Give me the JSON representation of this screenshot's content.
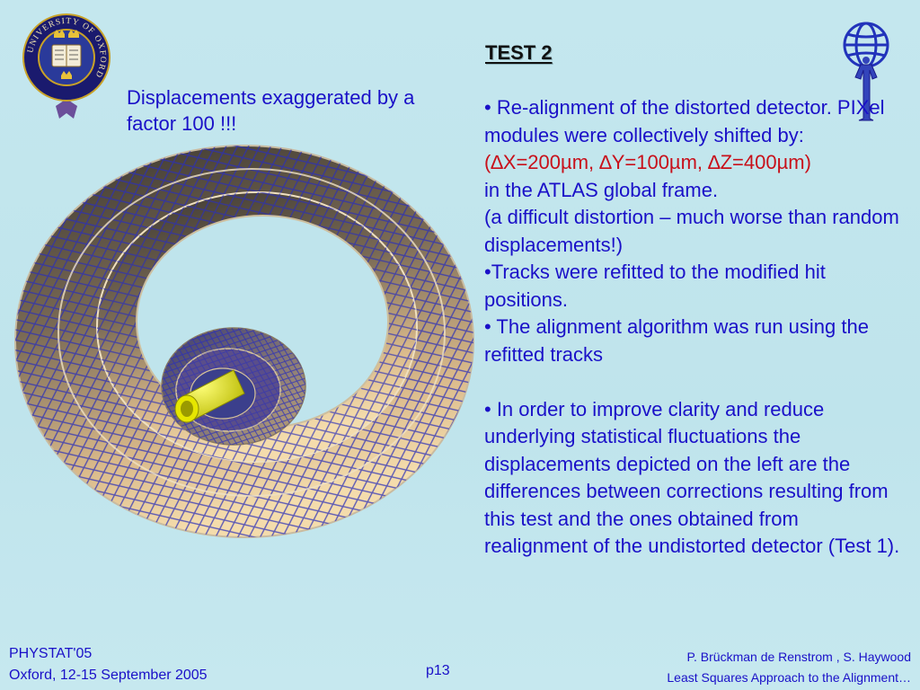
{
  "slide": {
    "title": "TEST 2",
    "caption": "Displacements exaggerated by a factor 100 !!!",
    "body": {
      "line1": "• Re-alignment of the distorted detector. PIXel modules were collectively shifted by:",
      "shift": "(∆X=200µm, ∆Y=100µm, ∆Z=400µm)",
      "line2": "in the ATLAS global frame.",
      "line3": "(a difficult distortion – much worse than random displacements!)",
      "line4": "•Tracks were refitted to the modified hit positions.",
      "line5": "• The alignment algorithm was run using the refitted tracks",
      "line6": "• In order to improve clarity and reduce underlying statistical fluctuations the displacements depicted on the left are the differences between corrections resulting from this test and the ones obtained from realignment of the undistorted detector (Test 1)."
    },
    "colors": {
      "text_blue": "#1a10c8",
      "text_red": "#c8101a",
      "background": "#c4e7ee"
    }
  },
  "logos": {
    "oxford_seal_text": "UNIVERSITY OF OXFORD",
    "oxford_book_text": "DOMINUS ILLUMINATIO MEA"
  },
  "footer": {
    "conference": "PHYSTAT'05",
    "location_date": "Oxford, 12-15 September 2005",
    "page": "p13",
    "authors": "P. Brückman de Renstrom , S. Haywood",
    "talk_title": "Least Squares Approach to the Alignment…"
  },
  "icons": [
    "oxford-seal-icon",
    "atlas-logo-icon"
  ]
}
